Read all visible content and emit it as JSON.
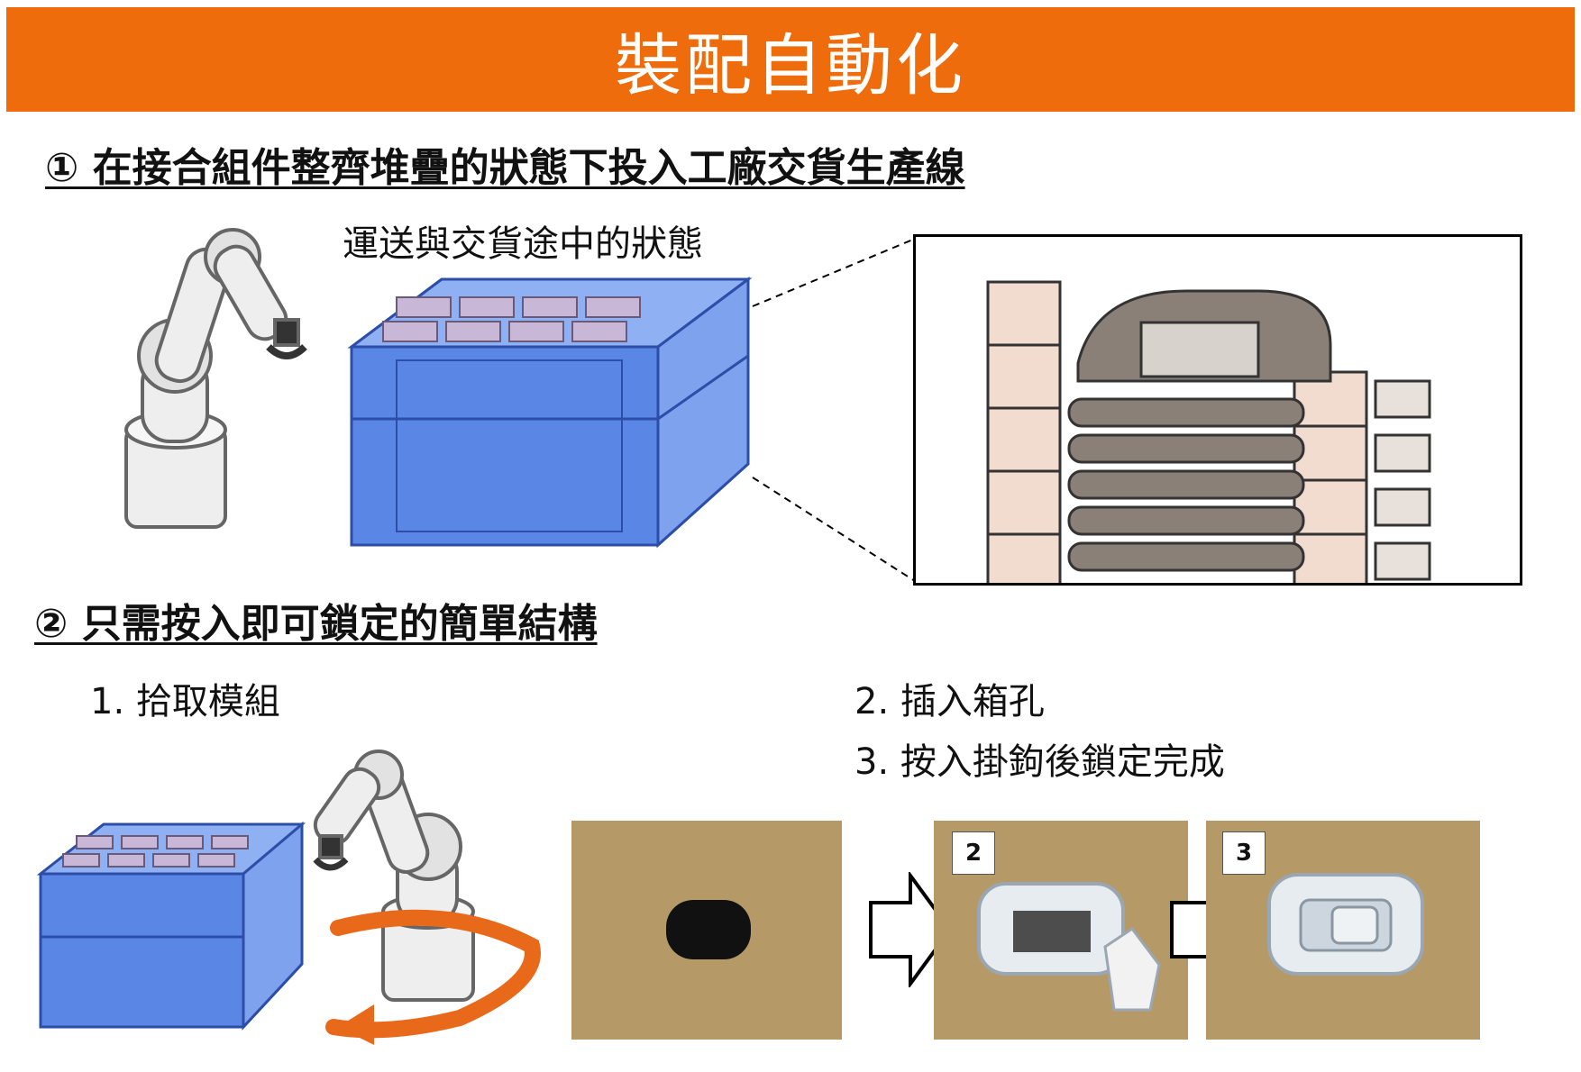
{
  "banner": {
    "title": "裝配自動化"
  },
  "section1": {
    "heading": "① 在接合組件整齊堆疊的狀態下投入工廠交貨生產線",
    "transit_label": "運送與交貨途中的狀態"
  },
  "section2": {
    "heading": "② 只需按入即可鎖定的簡單結構",
    "steps": [
      {
        "label": "1. 拾取模組"
      },
      {
        "label": "2. 插入箱孔"
      },
      {
        "label": "3. 按入掛鉤後鎖定完成"
      }
    ],
    "photo_badges": [
      "2",
      "3"
    ]
  },
  "colors": {
    "accent": "#ee6c0b",
    "crate_blue": "#4f7ee0",
    "cardboard": "#b59a68"
  },
  "icons": [
    "robot-arm-icon",
    "crate-illustration",
    "arrow-right-icon",
    "rotation-arrow-icon"
  ]
}
